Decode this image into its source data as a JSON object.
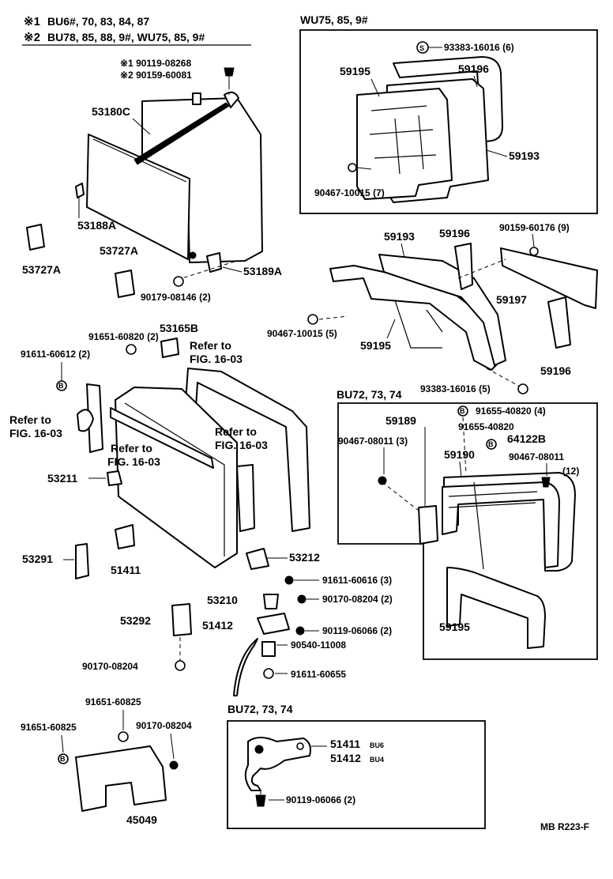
{
  "header": {
    "note1_mark": "※1",
    "note1_text": "BU6#, 70, 83, 84, 87",
    "note2_mark": "※2",
    "note2_text": "BU78, 85, 88, 9#, WU75, 85, 9#"
  },
  "panels": {
    "wu_title": "WU75, 85, 9#",
    "bu_right_title": "BU72, 73, 74",
    "bu_bottom_title": "BU72, 73, 74"
  },
  "labels": {
    "p90119_08268": "※1 90119-08268",
    "p90159_60081": "※2 90159-60081",
    "p53180C": "53180C",
    "p53188A": "53188A",
    "p53727A_left": "53727A",
    "p53727A_mid": "53727A",
    "p53189A": "53189A",
    "p90179_08146": "90179-08146 (2)",
    "p91651_60820": "91651-60820 (2)",
    "p53165B": "53165B",
    "p91611_60612": "91611-60612 (2)",
    "refer1": "Refer to",
    "refer1b": "FIG. 16-03",
    "refer2": "Refer to",
    "refer2b": "FIG. 16-03",
    "refer3": "Refer to",
    "refer3b": "FIG. 16-03",
    "refer4": "Refer to",
    "refer4b": "FIG. 16-03",
    "p53211": "53211",
    "p53291": "53291",
    "p51411": "51411",
    "p53212": "53212",
    "p91611_60616": "91611-60616 (3)",
    "p53210": "53210",
    "p90170_08204a": "90170-08204 (2)",
    "p53292": "53292",
    "p51412": "51412",
    "p90119_06066a": "90119-06066 (2)",
    "p90540_11008": "90540-11008",
    "p91611_60655": "91611-60655",
    "p90170_08204b": "90170-08204",
    "p91651_60825a": "91651-60825",
    "p91651_60825b": "91651-60825",
    "p90170_08204c": "90170-08204",
    "p45049": "45049",
    "wu_93383": "93383-16016 (6)",
    "wu_59195": "59195",
    "wu_59196": "59196",
    "wu_59193": "59193",
    "wu_90467": "90467-10015 (7)",
    "m_59193": "59193",
    "m_59196a": "59196",
    "m_90159": "90159-60176 (9)",
    "m_59197": "59197",
    "m_90467": "90467-10015 (5)",
    "m_59195": "59195",
    "m_59196b": "59196",
    "m_93383": "93383-16016 (5)",
    "b_59189": "59189",
    "b_91655a": "91655-40820 (4)",
    "b_91655b": "91655-40820",
    "b_90467a": "90467-08011 (3)",
    "b_59190": "59190",
    "b_64122B": "64122B",
    "b_90467b": "90467-08011",
    "b_90467b_qty": "(12)",
    "b_59195": "59195",
    "bb_51411": "51411",
    "bb_51411_sub": "BU6",
    "bb_51412": "51412",
    "bb_51412_sub": "BU4",
    "bb_90119": "90119-06066 (2)"
  },
  "footer": {
    "code": "MB R223-F"
  }
}
